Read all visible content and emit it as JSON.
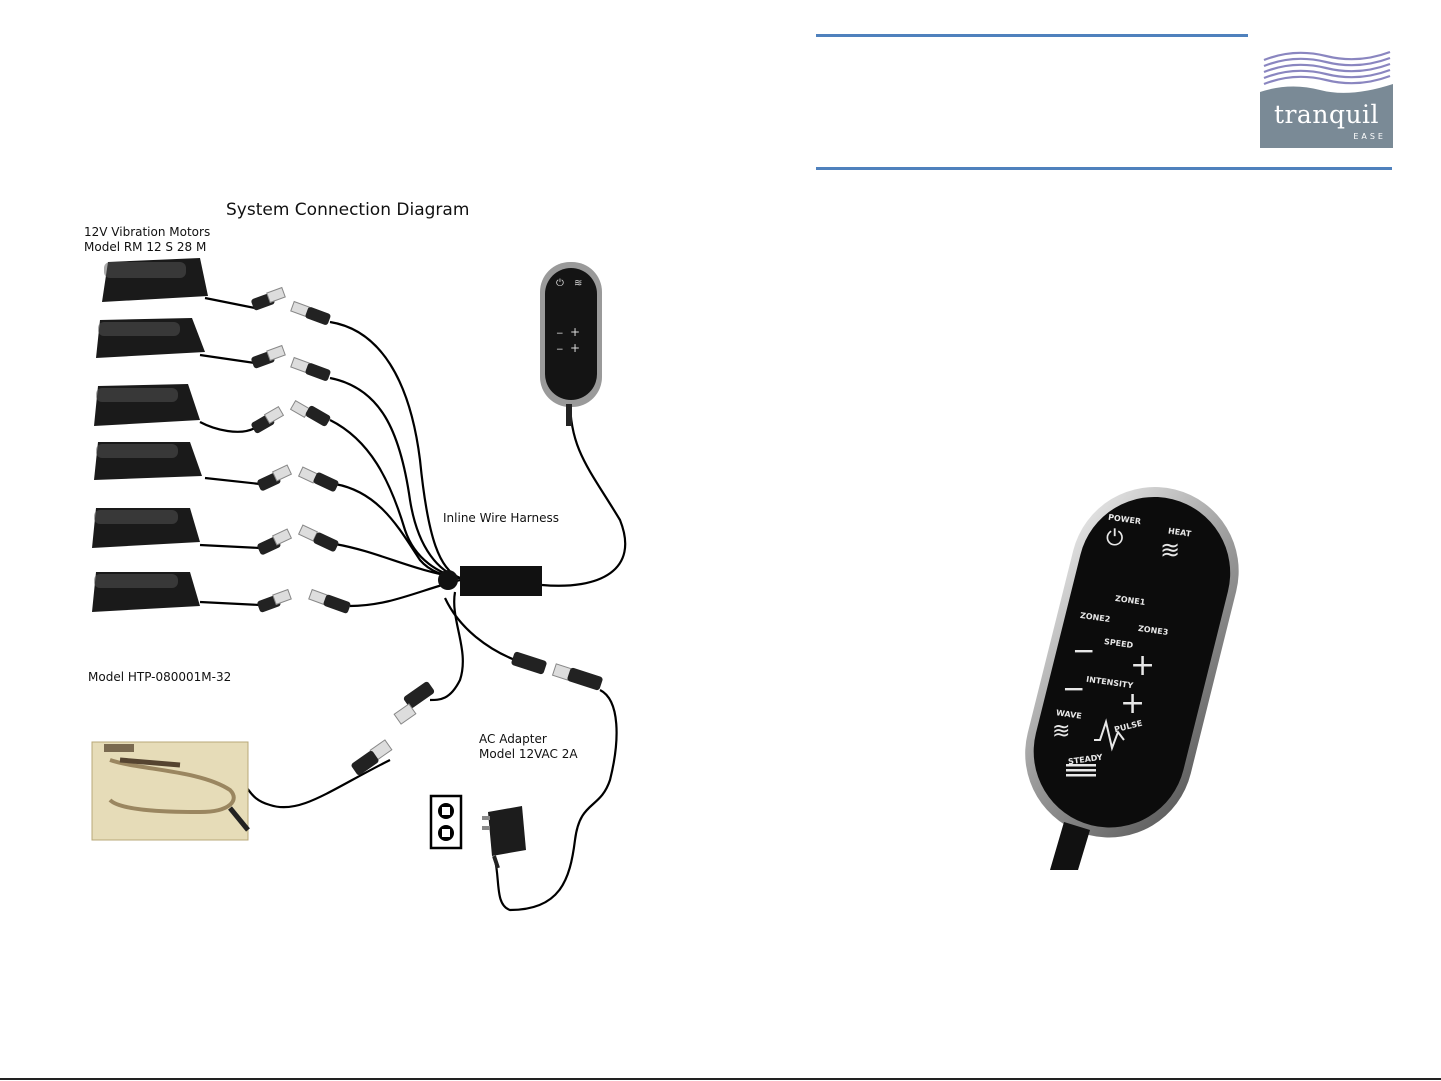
{
  "diagram": {
    "title": "System Connection Diagram",
    "motors_label_line1": "12V Vibration Motors",
    "motors_label_line2": "Model RM 12 S 28 M",
    "heater_label": "Model HTP-080001M-32",
    "harness_label": "Inline Wire Harness",
    "adapter_label_line1": "AC Adapter",
    "adapter_label_line2": "Model 12VAC 2A"
  },
  "logo": {
    "word": "tranquil",
    "sub": "EASE"
  },
  "remote": {
    "power": "POWER",
    "heat": "HEAT",
    "zone1": "ZONE1",
    "zone2": "ZONE2",
    "zone3": "ZONE3",
    "speed": "SPEED",
    "intensity": "INTENSITY",
    "wave": "WAVE",
    "pulse": "PULSE",
    "steady": "STEADY"
  },
  "colors": {
    "accent_rule": "#4f81bd",
    "logo_bg": "#7a8a96",
    "logo_wave": "#8a86c0"
  }
}
